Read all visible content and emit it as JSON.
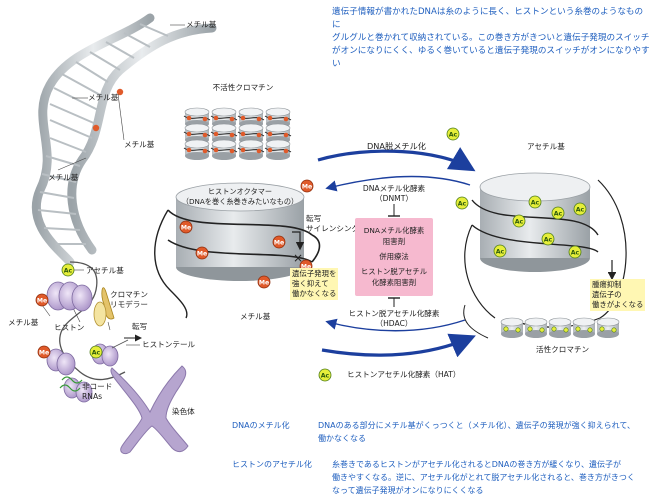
{
  "intro": {
    "lines": [
      "遺伝子情報が書かれたDNAは糸のように長く、ヒストンという糸巻のようなものに",
      "グルグルと巻かれて収納されている。この巻き方がきついと遺伝子発現のスイッチ",
      "がオンになりにくく、ゆるく巻いていると遺伝子発現のスイッチがオンになりやすい"
    ]
  },
  "left_labels": {
    "methyl_1": "メチル基",
    "methyl_2": "メチル基",
    "methyl_3": "メチル基",
    "methyl_4": "メチル基",
    "methyl_5": "メチル基",
    "acetyl": "アセチル基",
    "histone": "ヒストン",
    "remodeler_1": "クロマチン",
    "remodeler_2": "リモデラー",
    "transcription": "転写",
    "histone_tail": "ヒストンテール",
    "ncrna_1": "非コード",
    "ncrna_2": "RNAs",
    "chromosome": "染色体"
  },
  "badges": {
    "me": "Me",
    "ac": "Ac"
  },
  "center_labels": {
    "inactive_chromatin": "不活性クロマチン",
    "octamer_1": "ヒストンオクタマー",
    "octamer_2": "（DNAを巻く糸巻きみたいなもの）",
    "silencing_1": "転写",
    "silencing_2": "サイレンシング",
    "methyl_bottom": "メチル基",
    "repress_1": "遺伝子発現を",
    "repress_2": "強く抑えて",
    "repress_3": "働かなくなる",
    "dna_demethylation": "DNA脱メチル化",
    "dnmt_1": "DNAメチル化酵素",
    "dnmt_2": "（DNMT）",
    "hdac_1": "ヒストン脱アセチル化酵素",
    "hdac_2": "（HDAC）",
    "hat": "ヒストンアセチル化酵素（HAT）"
  },
  "therapy_box": {
    "lines": [
      "DNAメチル化酵素",
      "阻害剤",
      "併用療法",
      "ヒストン脱アセチル",
      "化酵素阻害剤"
    ]
  },
  "right_labels": {
    "acetyl": "アセチル基",
    "active_chromatin": "活性クロマチン",
    "suppress_1": "腫瘍抑制",
    "suppress_2": "遺伝子の",
    "suppress_3": "働きがよくなる"
  },
  "definitions": [
    {
      "term": "DNAのメチル化",
      "lines": [
        "DNAのある部分にメチル基がくっつくと（メチル化）、遺伝子の発現が強く抑えられて、",
        "働かなくなる"
      ]
    },
    {
      "term": "ヒストンのアセチル化",
      "lines": [
        "糸巻きであるヒストンがアセチル化されるとDNAの巻き方が緩くなり、遺伝子が",
        "働きやすくなる。逆に、アセチル化がとれて脱アセチル化されると、巻き方がきつく",
        "なって遺伝子発現がオンになりにくくなる"
      ]
    }
  ],
  "colors": {
    "text_blue": "#1f5fbf",
    "arrow_blue": "#1c3f9e",
    "methyl_red": "#e05a2a",
    "acetyl_yellow": "#e6ee3a",
    "histone_purple": "#c6b3dc",
    "cylinder_grey": "#d9dde0",
    "callout_yellow": "#fff7b3",
    "therapy_pink": "#f6b9cf"
  }
}
